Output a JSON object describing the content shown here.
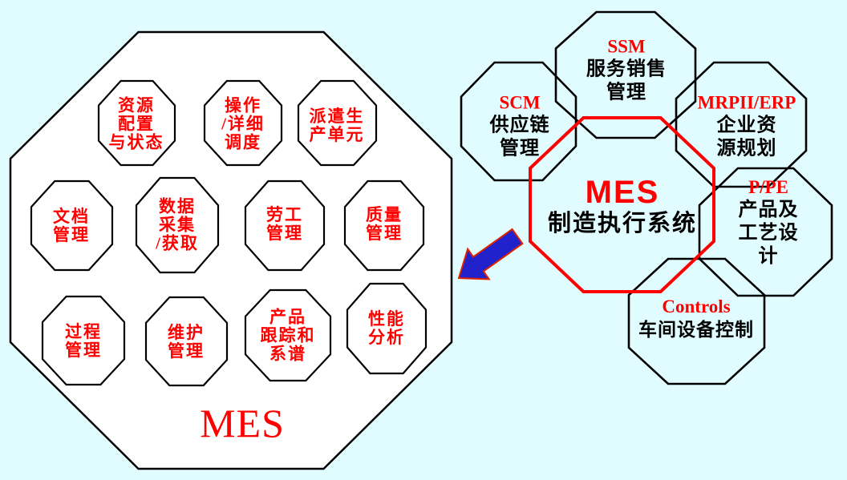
{
  "colors": {
    "background": "#E1FCFF",
    "red": "#FF0000",
    "black": "#000000",
    "octagon_fill": "#FFFFFF",
    "arrow_fill": "#2222CC",
    "arrow_stroke": "#DD2200"
  },
  "left_diagram": {
    "title": "MES",
    "modules": [
      {
        "label": "资源\n配置\n与状态"
      },
      {
        "label": "操作\n/详细\n调度"
      },
      {
        "label": "派遣生\n产单元"
      },
      {
        "label": "文档\n管理"
      },
      {
        "label": "数据\n采集\n/获取"
      },
      {
        "label": "劳工\n管理"
      },
      {
        "label": "质量\n管理"
      },
      {
        "label": "过程\n管理"
      },
      {
        "label": "维护\n管理"
      },
      {
        "label": "产品\n跟踪和\n系谱"
      },
      {
        "label": "性能\n分析"
      }
    ]
  },
  "right_diagram": {
    "center": {
      "abbr": "MES",
      "name": "制造执行系统"
    },
    "systems": [
      {
        "abbr": "SSM",
        "name": "服务销售\n管理"
      },
      {
        "abbr": "SCM",
        "name": "供应链\n管理"
      },
      {
        "abbr": "MRPII/ERP",
        "name": "企业资\n源规划"
      },
      {
        "abbr": "P/PE",
        "name": "产品及\n工艺设计"
      },
      {
        "abbr": "Controls",
        "name": "车间设备控制"
      }
    ]
  }
}
